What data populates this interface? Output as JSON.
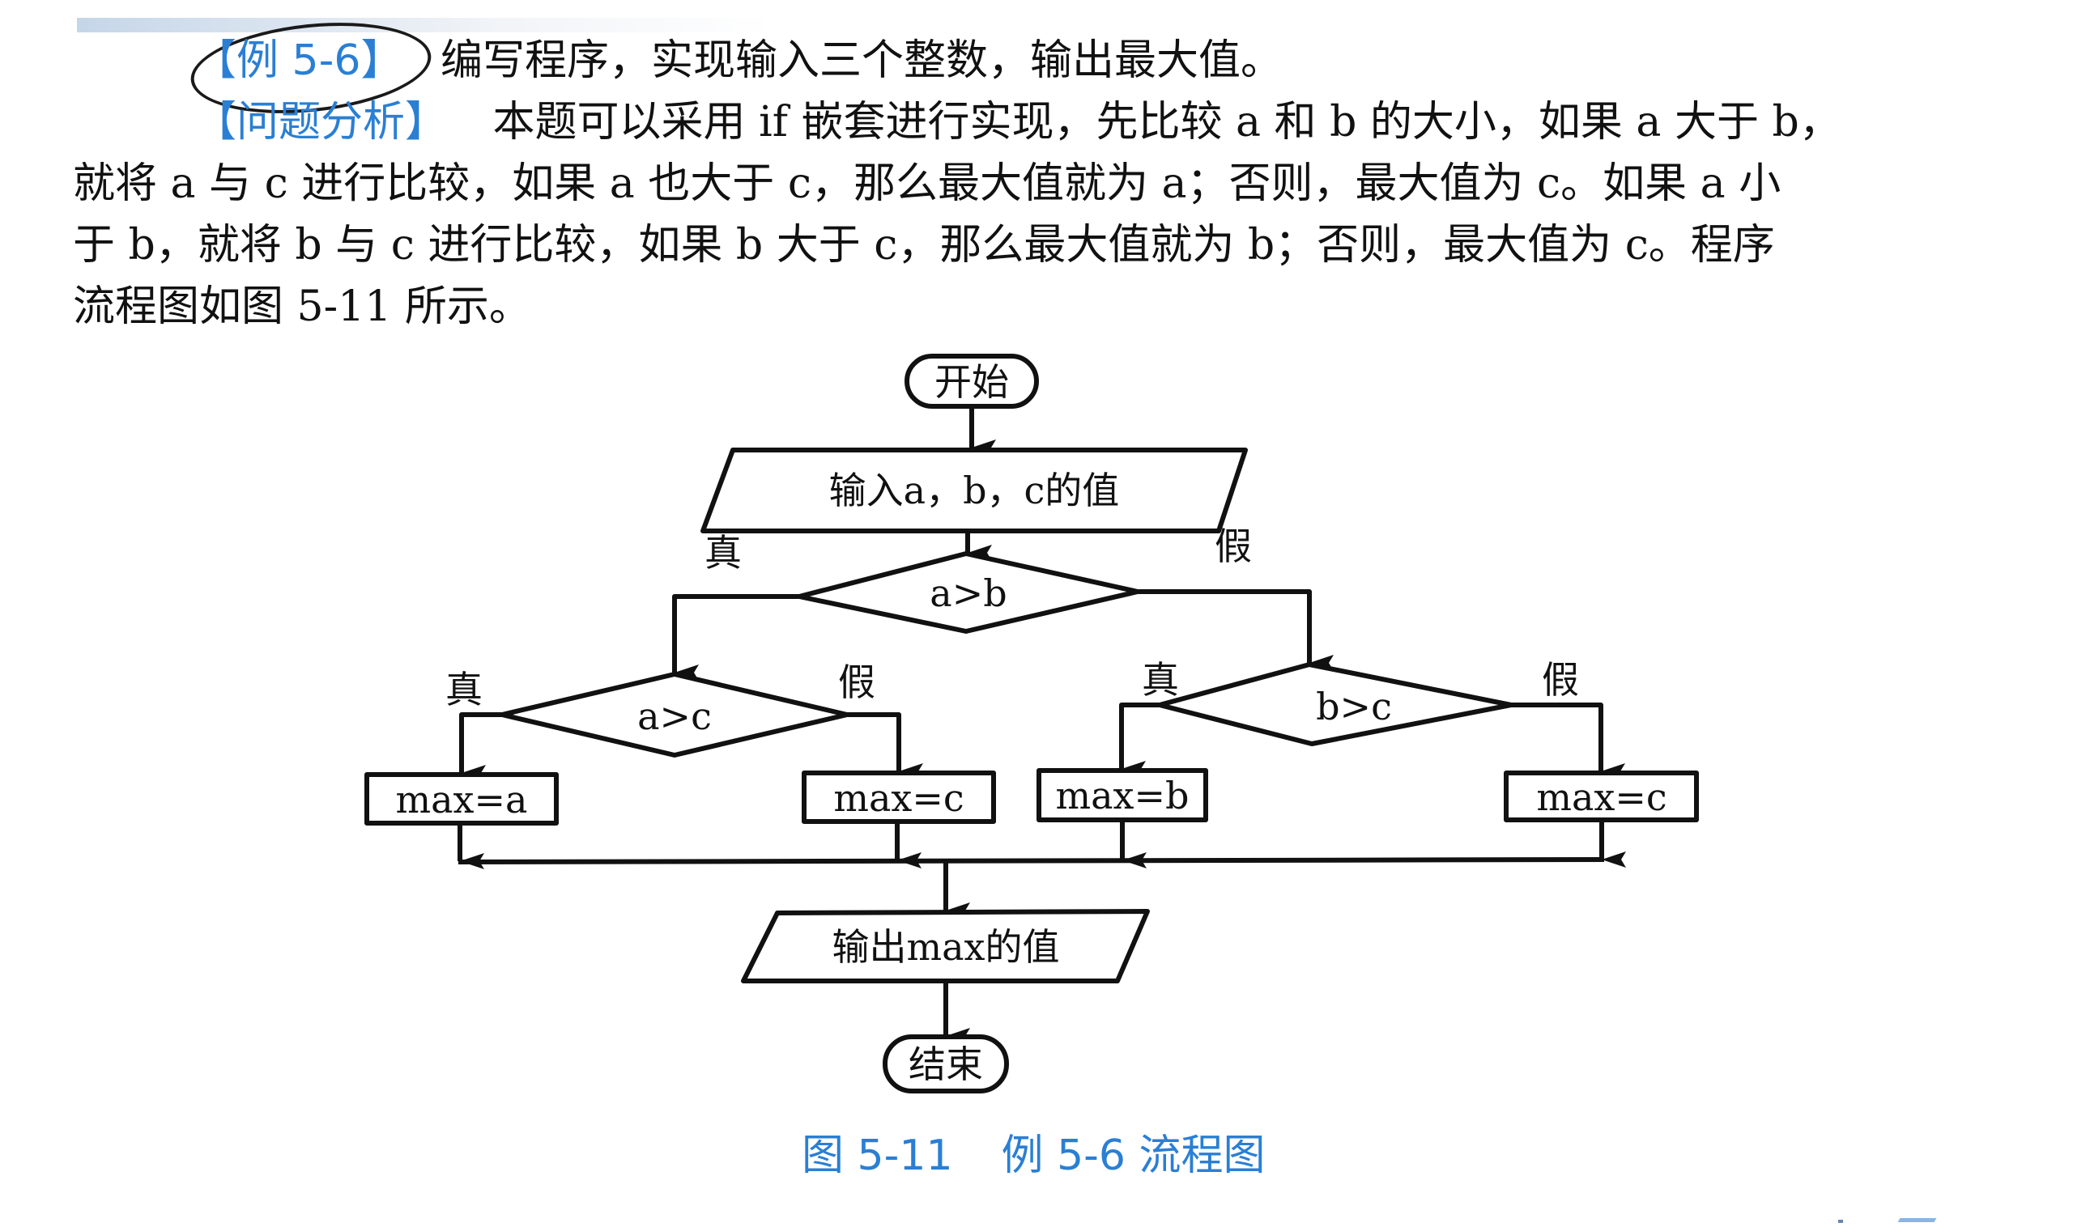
{
  "header": {
    "example_label": "【例 5-6】",
    "example_text": "编写程序，实现输入三个整数，输出最大值。",
    "analysis_label": "【问题分析】",
    "analysis_first_line": "本题可以采用 if 嵌套进行实现，先比较 a 和 b 的大小，如果 a 大于 b，",
    "analysis_lines": [
      "就将 a 与 c 进行比较，如果 a 也大于 c，那么最大值就为 a；否则，最大值为 c。如果 a 小",
      "于 b，就将 b 与 c 进行比较，如果 b 大于 c，那么最大值就为 b；否则，最大值为 c。程序",
      "流程图如图 5-11 所示。"
    ]
  },
  "flowchart": {
    "start": "开始",
    "input": "输入a，b，c的值",
    "decision_main": "a>b",
    "true_label": "真",
    "false_label": "假",
    "decision_left": "a>c",
    "decision_right": "b>c",
    "assign_a": "max=a",
    "assign_c_left": "max=c",
    "assign_b": "max=b",
    "assign_c_right": "max=c",
    "output": "输出max的值",
    "end": "结束"
  },
  "caption": {
    "figure_number": "图 5-11",
    "figure_title": "例 5-6 流程图"
  },
  "colors": {
    "accent_blue": "#2a7fd4",
    "ink": "#111111"
  }
}
